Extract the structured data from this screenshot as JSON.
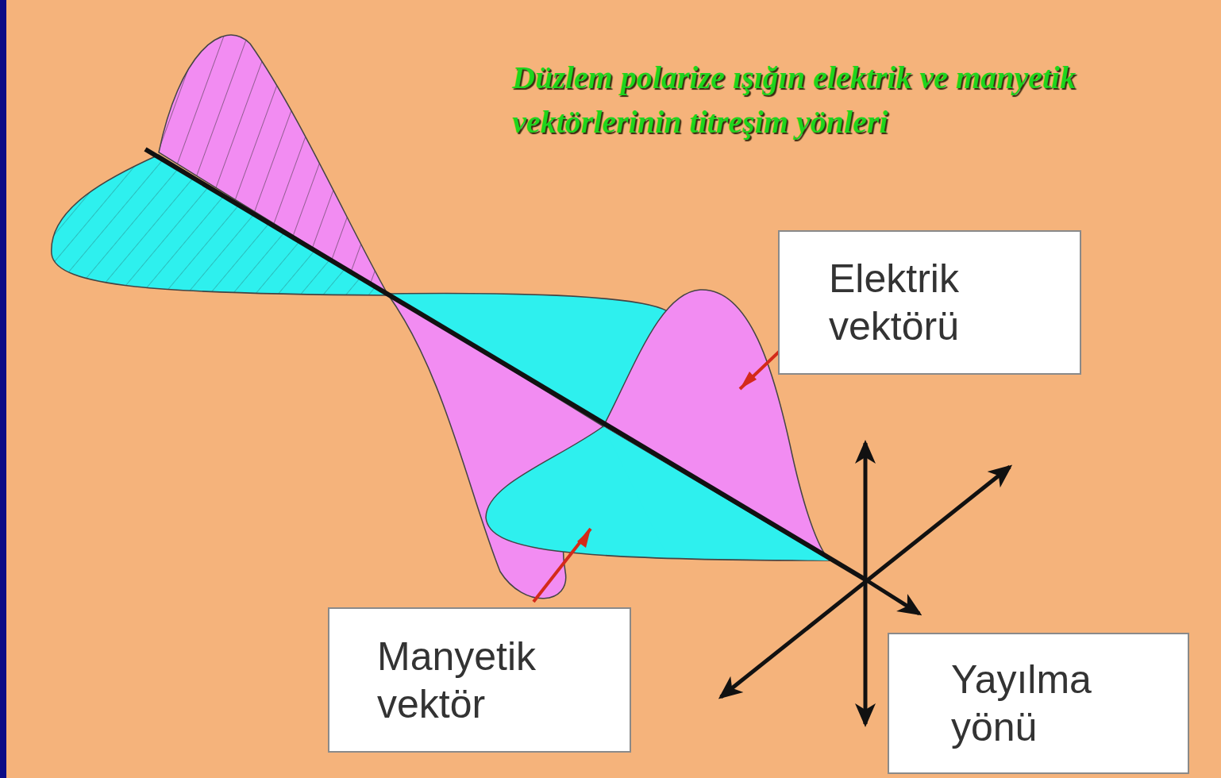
{
  "diagram": {
    "title": "Düzlem polarize ışığın elektrik ve manyetik vektörlerinin titreşim yönleri",
    "nodes": [
      {
        "text": [
          "Elektrik vektörü"
        ]
      },
      {
        "text": [
          "Manyetik vektör"
        ]
      },
      {
        "text": [
          "Yayılma yönü"
        ]
      }
    ]
  }
}
